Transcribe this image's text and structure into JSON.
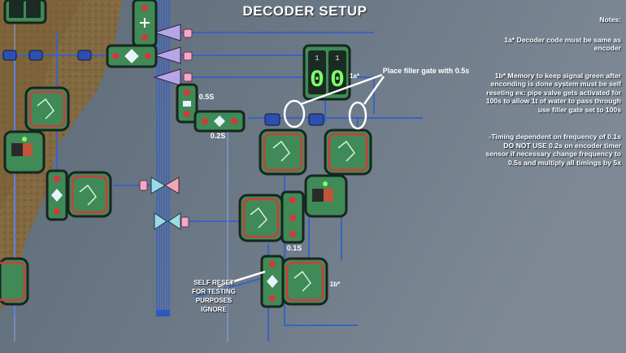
{
  "title": "DECODER SETUP",
  "notes": {
    "heading": "Notes:",
    "lines": [
      "1a* Decoder code must be same as encoder",
      "1b* Memory to keep signal green after enconding is done system must be self reseting ex: pipe valve gets activated for 100s to allow 1t of water to pass through use filler gate set to 100s",
      "-Timing dependent on frequency of 0.1s DO NOT USE 0.2s on encoder timer sensor if necessary change frequency to 0.5s and multiply all timings by 5x"
    ]
  },
  "labels": {
    "filler_gate": "Place filler gate with 0.5s",
    "timer_a": "0.5S",
    "timer_b": "0.2S",
    "timer_c": "0.1S",
    "ref_1a": "1a*",
    "ref_1b": "1b*",
    "self_reset": "SELF RESET\nFOR TESTING\nPURPOSES\nIGNORE"
  },
  "display": {
    "digits": [
      "0",
      "0"
    ],
    "top_digits": [
      "1",
      "1"
    ]
  },
  "colors": {
    "wire": "#3a62c4",
    "wire_bright": "#8fb0ff",
    "gate_green": "#3f8a57",
    "gate_border": "#18251f",
    "ring_red": "#d23a3a",
    "digit_green": "#7dff6a",
    "dirt": "#8a6f3c",
    "annotation": "#ffffff"
  }
}
